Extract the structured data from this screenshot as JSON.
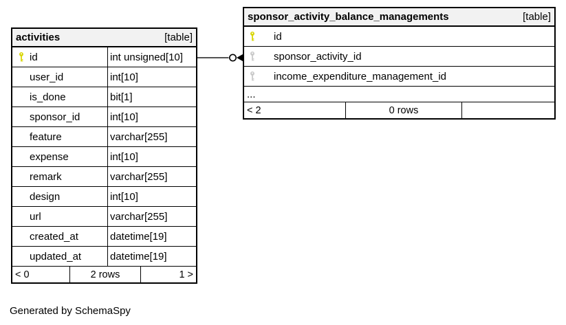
{
  "note": "Generated by SchemaSpy",
  "colors": {
    "primary_key": "#d8d500",
    "foreign_key": "#c9c9c9",
    "header_bg": "#f2f2f2",
    "border": "#000000"
  },
  "tables": [
    {
      "name": "activities",
      "badge": "[table]",
      "columns": [
        {
          "name": "id",
          "type": "int unsigned[10]",
          "key": "primary"
        },
        {
          "name": "user_id",
          "type": "int[10]",
          "key": ""
        },
        {
          "name": "is_done",
          "type": "bit[1]",
          "key": ""
        },
        {
          "name": "sponsor_id",
          "type": "int[10]",
          "key": ""
        },
        {
          "name": "feature",
          "type": "varchar[255]",
          "key": ""
        },
        {
          "name": "expense",
          "type": "int[10]",
          "key": ""
        },
        {
          "name": "remark",
          "type": "varchar[255]",
          "key": ""
        },
        {
          "name": "design",
          "type": "int[10]",
          "key": ""
        },
        {
          "name": "url",
          "type": "varchar[255]",
          "key": ""
        },
        {
          "name": "created_at",
          "type": "datetime[19]",
          "key": ""
        },
        {
          "name": "updated_at",
          "type": "datetime[19]",
          "key": ""
        }
      ],
      "footer": {
        "left": "< 0",
        "center": "2 rows",
        "right": "1 >"
      }
    },
    {
      "name": "sponsor_activity_balance_managements",
      "badge": "[table]",
      "columns": [
        {
          "name": "id",
          "key": "primary"
        },
        {
          "name": "sponsor_activity_id",
          "key": "foreign"
        },
        {
          "name": "income_expenditure_management_id",
          "key": "foreign"
        }
      ],
      "ellipsis": "...",
      "footer": {
        "left": "< 2",
        "center": "0 rows",
        "right": ""
      }
    }
  ],
  "relationship": {
    "from_table": "activities",
    "from_column": "id",
    "to_table": "sponsor_activity_balance_managements",
    "to_column": "sponsor_activity_id"
  }
}
